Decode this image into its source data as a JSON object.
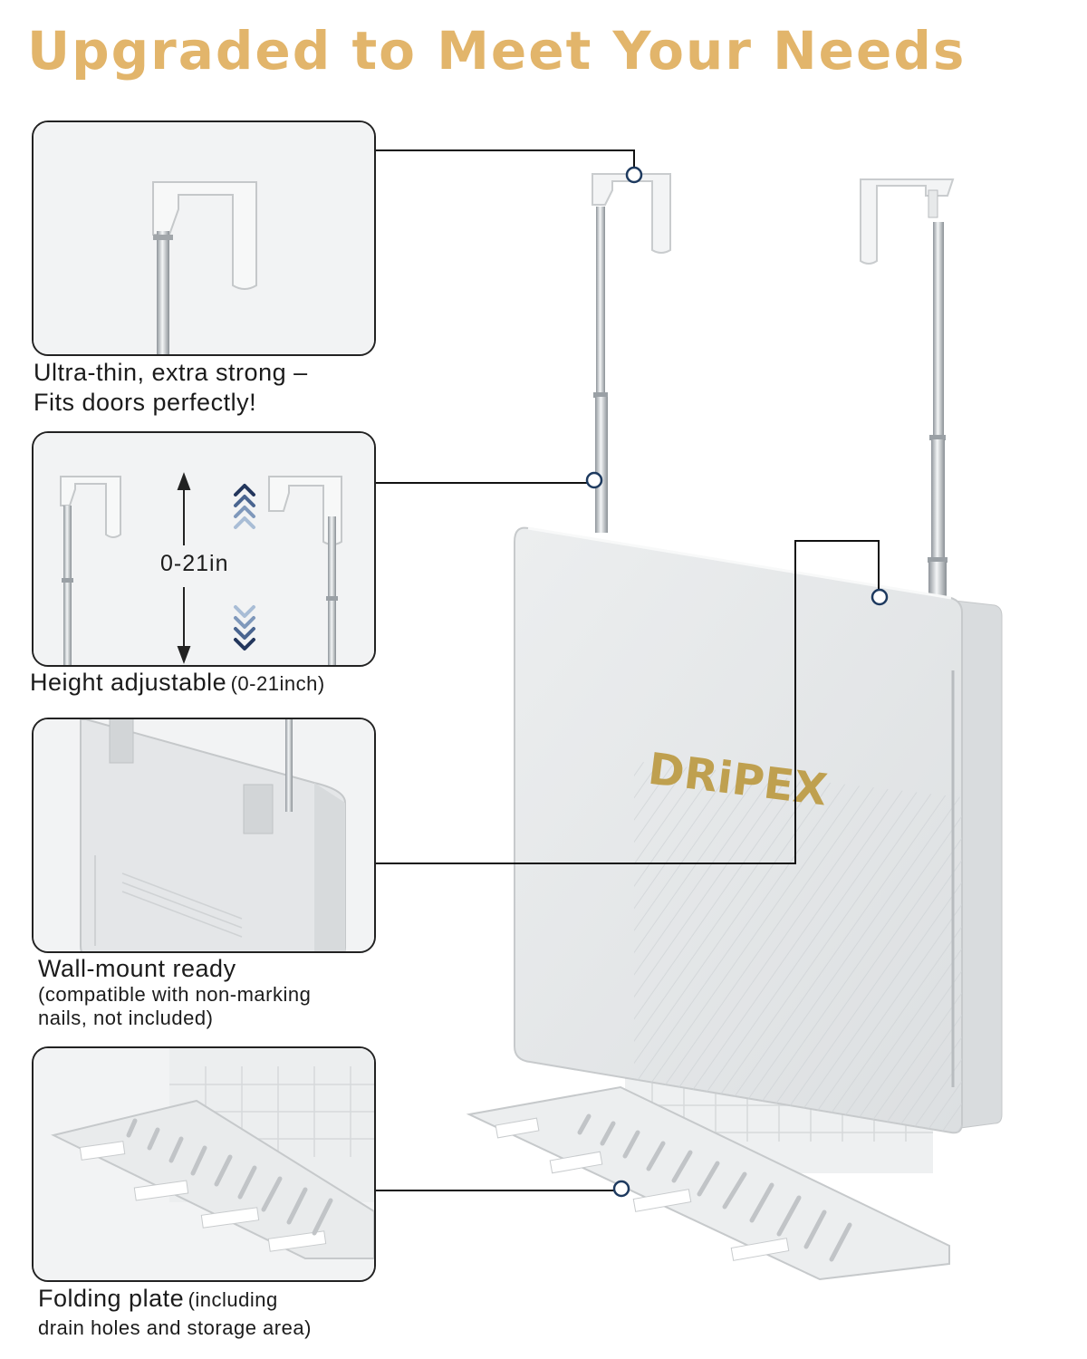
{
  "headline": "Upgraded to Meet Your Needs",
  "brand": "DRiPEX",
  "height_label": "0-21in",
  "features": [
    {
      "id": "hook",
      "line1": "Ultra-thin, extra strong –",
      "line2": "Fits doors perfectly!"
    },
    {
      "id": "height",
      "main": "Height adjustable",
      "note": "(0-21inch)"
    },
    {
      "id": "wall",
      "main": "Wall-mount ready",
      "line2": "(compatible with non-marking",
      "line3": "nails, not included)"
    },
    {
      "id": "plate",
      "main": "Folding plate",
      "note": "(including",
      "line2": "drain holes and storage area)"
    }
  ],
  "colors": {
    "headline": "#e2b56b",
    "brand": "#bfa04f",
    "callout_dot": "#1e3a5f",
    "arrow_dark": "#23365c",
    "arrow_light": "#a9bdd6"
  }
}
